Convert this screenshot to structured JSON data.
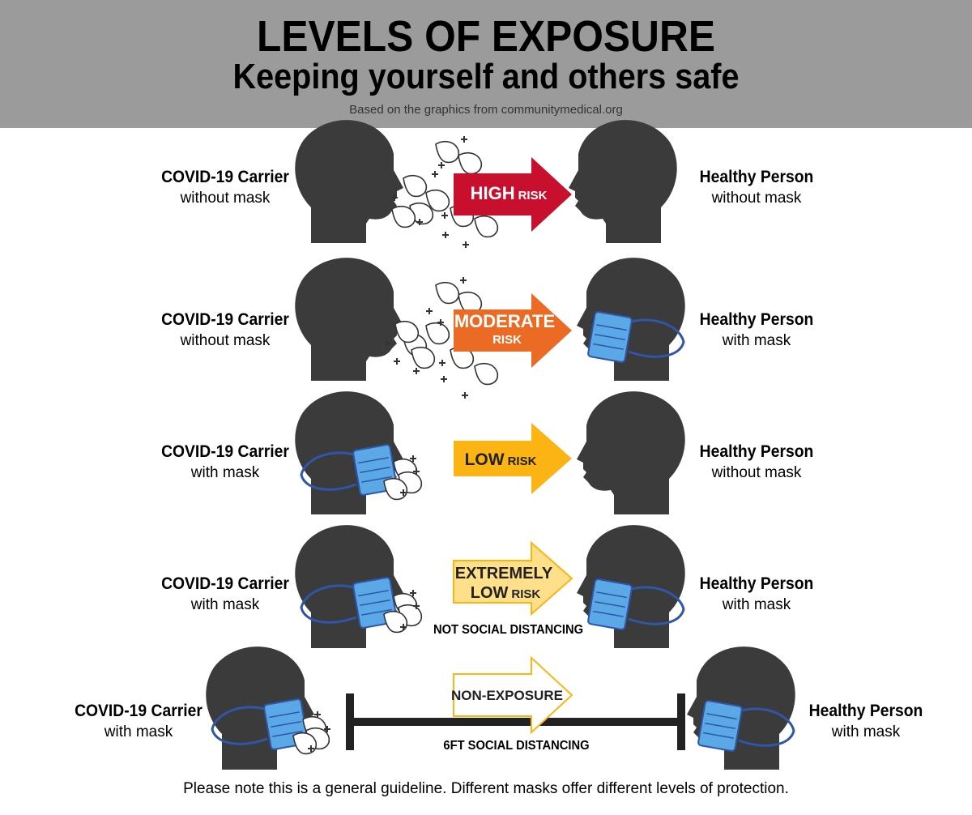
{
  "header": {
    "title": "LEVELS OF EXPOSURE",
    "subtitle": "Keeping yourself and others safe",
    "credit": "Based on the graphics from communitymedical.org"
  },
  "colors": {
    "header_bg": "#9b9b9b",
    "head": "#3b3b3b",
    "mask": "#5aa9e6",
    "mask_band": "#2f56a8",
    "high": "#c8102e",
    "moderate": "#ec6b24",
    "low": "#fcb415",
    "extremely_low": "#ffe08a",
    "non_exposure": "#ffffff"
  },
  "rows": [
    {
      "carrier": {
        "title": "COVID-19 Carrier",
        "mask": "without mask"
      },
      "person": {
        "title": "Healthy Person",
        "mask": "without mask"
      },
      "risk": {
        "big": "HIGH",
        "small": "RISK"
      }
    },
    {
      "carrier": {
        "title": "COVID-19 Carrier",
        "mask": "without mask"
      },
      "person": {
        "title": "Healthy Person",
        "mask": "with mask"
      },
      "risk": {
        "big": "MODERATE",
        "small": "RISK"
      }
    },
    {
      "carrier": {
        "title": "COVID-19 Carrier",
        "mask": "with mask"
      },
      "person": {
        "title": "Healthy Person",
        "mask": "without mask"
      },
      "risk": {
        "big": "LOW",
        "small": "RISK"
      }
    },
    {
      "carrier": {
        "title": "COVID-19 Carrier",
        "mask": "with mask"
      },
      "person": {
        "title": "Healthy Person",
        "mask": "with mask"
      },
      "risk": {
        "big1": "EXTREMELY",
        "big2": "LOW",
        "small": "RISK"
      },
      "caption": "NOT SOCIAL DISTANCING"
    },
    {
      "carrier": {
        "title": "COVID-19 Carrier",
        "mask": "with mask"
      },
      "person": {
        "title": "Healthy Person",
        "mask": "with mask"
      },
      "risk": {
        "big": "NON-EXPOSURE"
      },
      "caption": "6FT SOCIAL DISTANCING"
    }
  ],
  "footnote": "Please note this is a general guideline. Different masks offer different levels of protection."
}
